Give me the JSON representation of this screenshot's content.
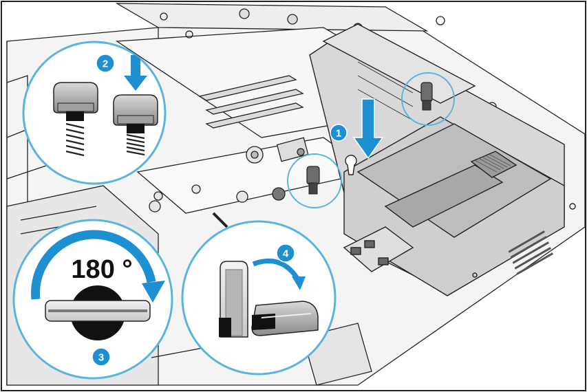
{
  "colors": {
    "accent_blue": "#1e8fd0",
    "callout_ring": "#5ab4dc",
    "line_art": "#222222",
    "metal_light": "#e9e9e9",
    "metal_mid": "#c9c9c9",
    "metal_dark": "#8f8f8f"
  },
  "steps": [
    {
      "number": "1",
      "description": ""
    },
    {
      "number": "2",
      "description": ""
    },
    {
      "number": "3",
      "description": ""
    },
    {
      "number": "4",
      "description": ""
    }
  ],
  "rotation": {
    "angle_label": "180 °"
  },
  "icons": {
    "arrow_down": "arrow-down-icon",
    "arrow_curved": "curved-arrow-icon",
    "thumbscrew": "thumbscrew-icon",
    "latch": "latch-icon"
  }
}
